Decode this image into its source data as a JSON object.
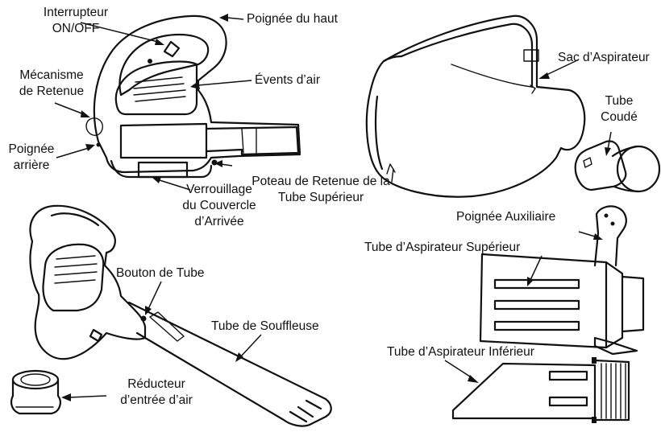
{
  "labels": {
    "interrupteur_1": "Interrupteur",
    "interrupteur_2": "ON/OFF",
    "poignee_haut": "Poignée du haut",
    "mecanisme_1": "Mécanisme",
    "mecanisme_2": "de Retenue",
    "events": "Évents d’air",
    "poignee_arriere_1": "Poignée",
    "poignee_arriere_2": "arrière",
    "poteau": "Poteau de Retenue de la",
    "tube_superieur": "Tube Supérieur",
    "verrouillage_1": "Verrouillage",
    "verrouillage_2": "du Couvercle",
    "verrouillage_3": "d’Arrivée",
    "sac": "Sac d’Aspirateur",
    "tube_coude_1": "Tube",
    "tube_coude_2": "Coudé",
    "poignee_auxiliaire": "Poignée Auxiliaire",
    "tube_asp_sup": "Tube d’Aspirateur Supérieur",
    "bouton_tube": "Bouton de Tube",
    "tube_souffleuse": "Tube de Souffleuse",
    "tube_asp_inf": "Tube d’Aspirateur Inférieur",
    "reducteur_1": "Réducteur",
    "reducteur_2": "d’entrée d’air"
  }
}
